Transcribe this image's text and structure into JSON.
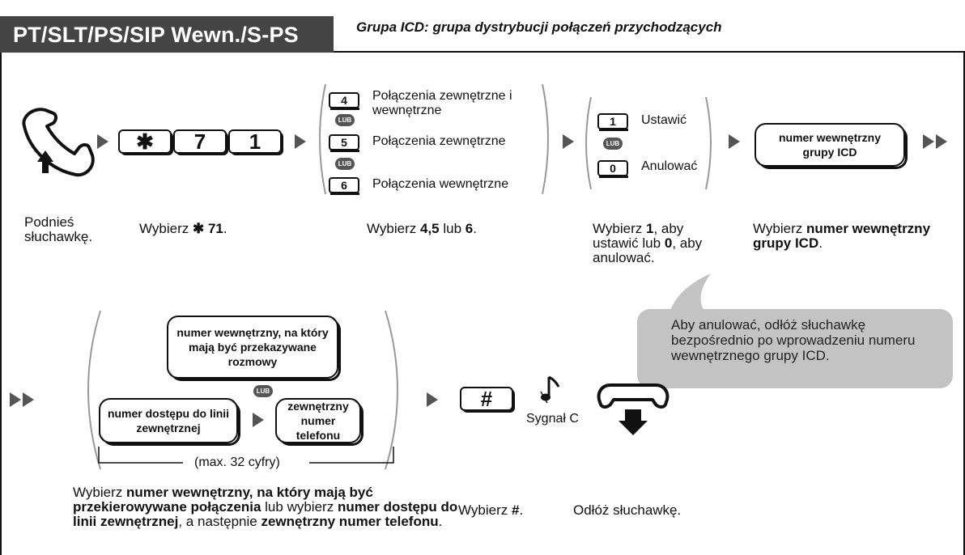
{
  "header": {
    "title": "PT/SLT/PS/SIP Wewn./S-PS",
    "subtitle": "Grupa ICD: grupa dystrybucji połączeń przychodzących"
  },
  "step1": {
    "caption": "Podnieś słuchawkę.",
    "icon": "off-hook-handset-icon"
  },
  "step2": {
    "keys": [
      "✱",
      "7",
      "1"
    ],
    "caption_prefix": "Wybierz",
    "caption_symbol": "✱",
    "caption_code": "71",
    "caption_suffix": "."
  },
  "step3": {
    "options": [
      {
        "key": "4",
        "label": "Połączenia zewnętrzne i wewnętrzne"
      },
      {
        "key": "5",
        "label": "Połączenia zewnętrzne"
      },
      {
        "key": "6",
        "label": "Połączenia wewnętrzne"
      }
    ],
    "or_label": "LUB",
    "caption_prefix": "Wybierz",
    "caption_codes": "4,5",
    "caption_mid": "lub",
    "caption_last": "6",
    "caption_suffix": "."
  },
  "step4": {
    "options": [
      {
        "key": "1",
        "label": "Ustawić"
      },
      {
        "key": "0",
        "label": "Anulować"
      }
    ],
    "or_label": "LUB",
    "caption_prefix": "Wybierz",
    "caption_k1": "1",
    "caption_mid1": ", aby ustawić lub",
    "caption_k2": "0",
    "caption_end": ", aby anulować."
  },
  "step5": {
    "box": "numer wewnętrzny grupy ICD",
    "caption_prefix": "Wybierz",
    "caption_bold": "numer wewnętrzny grupy ICD",
    "caption_suffix": "."
  },
  "tip": "Aby anulować, odłóż słuchawkę bezpośrednio po wprowadzeniu numeru wewnętrznego grupy ICD.",
  "step6": {
    "box_extension": "numer wewnętrzny, na który mają być przekazywane rozmowy",
    "or_label": "LUB",
    "box_line": "numer dostępu do linii zewnętrznej",
    "box_phone": "zewnętrzny numer telefonu",
    "max_label": "(max. 32 cyfry)",
    "caption_prefix": "Wybierz",
    "caption_bold1": "numer wewnętrzny, na który mają być przekierowywane połączenia",
    "caption_mid1": "lub wybierz",
    "caption_bold2": "numer dostępu do linii zewnętrznej",
    "caption_mid2": ", a następnie",
    "caption_bold3": "zewnętrzny numer telefonu",
    "caption_suffix": "."
  },
  "step7": {
    "key": "#",
    "tone": "Sygnał C",
    "caption_prefix": "Wybierz",
    "caption_key": "#",
    "caption_suffix": "."
  },
  "step8": {
    "caption": "Odłóż słuchawkę.",
    "icon": "on-hook-handset-icon"
  }
}
